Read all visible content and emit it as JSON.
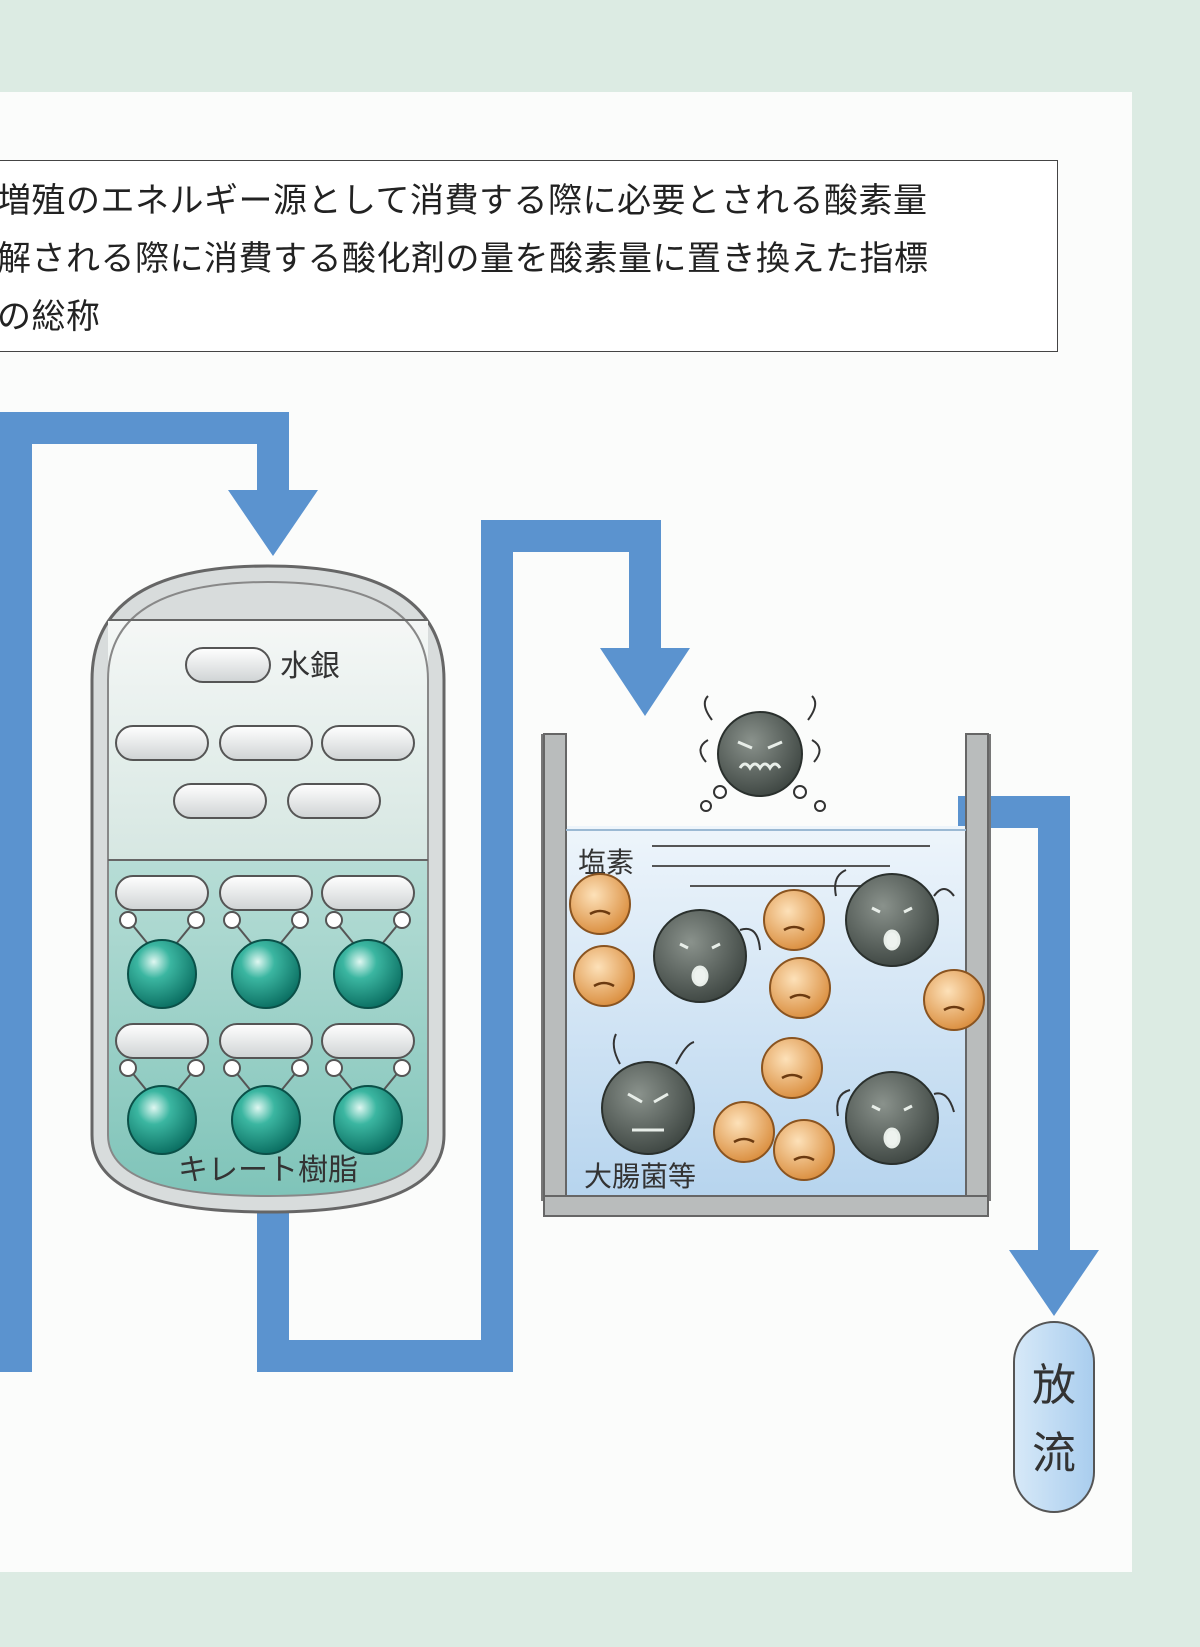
{
  "definition": {
    "lines": [
      "増殖のエネルギー源として消費する際に必要とされる酸素量",
      "解される際に消費する酸化剤の量を酸素量に置き換えた指標",
      "の総称"
    ]
  },
  "diagram": {
    "labels": {
      "mercury": "水銀",
      "chelate_resin": "キレート樹脂",
      "chlorine": "塩素",
      "e_coli": "大腸菌等",
      "discharge_1": "放",
      "discharge_2": "流"
    },
    "colors": {
      "pipe": "#5b93cf",
      "resin_ball": "#1e9d8a",
      "bacteria": "#4d564f",
      "chlorine": "#e9a95e",
      "background": "#dcebe3"
    }
  }
}
